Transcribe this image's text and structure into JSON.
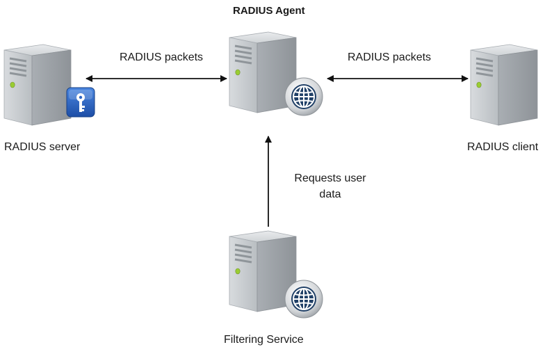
{
  "diagram": {
    "title": "RADIUS Agent",
    "nodes": {
      "agent": {
        "label": "RADIUS Agent",
        "badge": "globe-icon"
      },
      "server": {
        "label": "RADIUS server",
        "badge": "key-icon"
      },
      "client": {
        "label": "RADIUS client"
      },
      "filtering": {
        "label": "Filtering Service",
        "badge": "globe-icon"
      }
    },
    "edges": {
      "server_agent": {
        "label": "RADIUS packets",
        "direction": "bidirectional"
      },
      "agent_client": {
        "label": "RADIUS packets",
        "direction": "bidirectional"
      },
      "filtering_agent": {
        "label_line1": "Requests user",
        "label_line2": "data",
        "direction": "to-agent"
      }
    },
    "colors": {
      "server_body": "#c9cdd1",
      "server_front": "#b3b8bd",
      "led": "#9acd32",
      "globe": "#1f3f66",
      "key_badge": "#2f66c4",
      "arrow": "#111111"
    }
  }
}
